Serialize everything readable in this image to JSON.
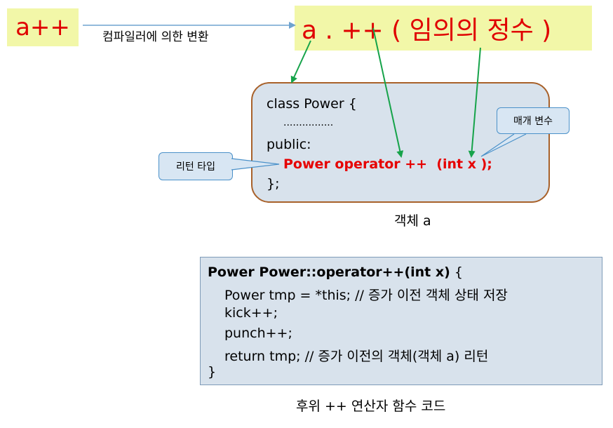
{
  "source_expr": "a++",
  "convert_label": "컴파일러에 의한 변환",
  "converted_expr": "a . ++ ( 임의의 정수 )",
  "class_def": {
    "line1": "class Power {",
    "line2": "................",
    "line3": "public:",
    "line4": "Power operator ++  (int x );",
    "line5": "};"
  },
  "callouts": {
    "param": "매개 변수",
    "return_type": "리턴 타입"
  },
  "object_caption": "객체 a",
  "impl": {
    "line1_bold": "Power Power::operator++(int x)",
    "line1_rest": " {",
    "line2": "Power tmp = *this; // 증가 이전 객체 상태 저장",
    "line3": "kick++;",
    "line4": "punch++;",
    "line5": "return tmp; // 증가 이전의 객체(객체 a) 리턴",
    "line6": "}"
  },
  "impl_caption": "후위 ++ 연산자 함수 코드",
  "colors": {
    "highlight_bg": "#f2f7a8",
    "red_text": "#e00000",
    "arrow_green": "#16a34a",
    "arrow_blue": "#6ea3cf",
    "box_fill": "#d8e2ec",
    "box_border": "#a8612a"
  }
}
